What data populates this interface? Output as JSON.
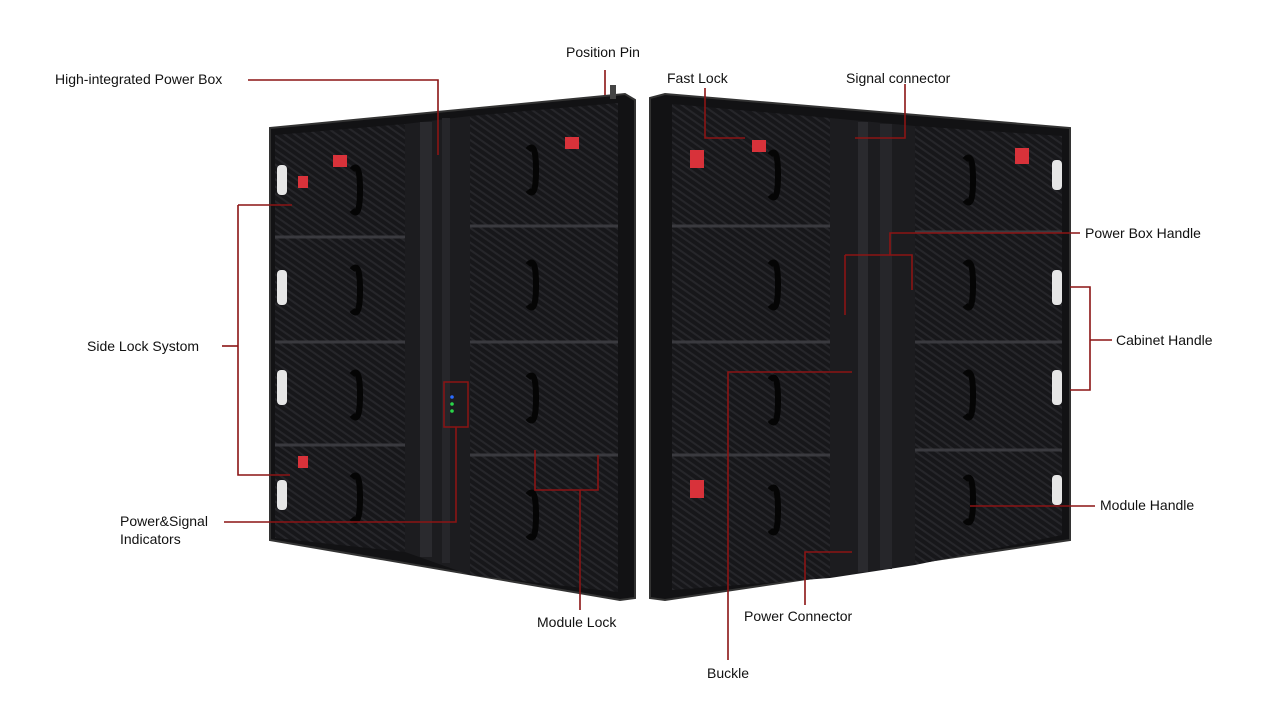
{
  "labels": {
    "power_box": "High-integrated Power Box",
    "position_pin": "Position Pin",
    "fast_lock": "Fast Lock",
    "signal_connector": "Signal connector",
    "power_box_handle": "Power Box Handle",
    "side_lock": "Side Lock Systom",
    "cabinet_handle": "Cabinet Handle",
    "indicators_line1": "Power&Signal",
    "indicators_line2": "Indicators",
    "module_handle": "Module Handle",
    "module_lock": "Module Lock",
    "power_connector": "Power Connector",
    "buckle": "Buckle"
  },
  "colors": {
    "leader_line": "#8b1414",
    "cabinet_dark": "#1b1b1d",
    "cabinet_frame": "#2c2c30",
    "lock_red": "#d8323a"
  }
}
